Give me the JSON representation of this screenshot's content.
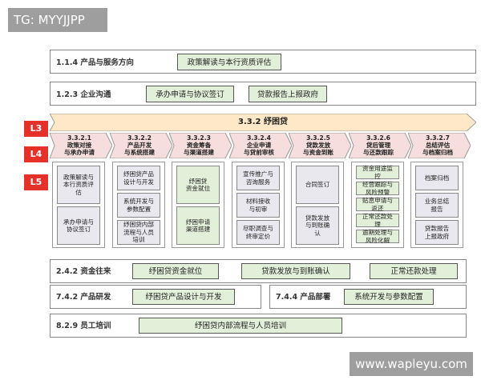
{
  "watermark_top": "TG: MYYJJPP",
  "watermark_bottom": "www.wapleyu.com",
  "levels": [
    "L3",
    "L4",
    "L5"
  ],
  "top_rows": [
    {
      "code": "1.1.4 产品与服务方向",
      "boxes": [
        "政策解读与本行资质评估"
      ]
    },
    {
      "code": "1.2.3 企业沟通",
      "boxes": [
        "承办申请与协议签订",
        "贷款报告上报政府"
      ]
    }
  ],
  "l3_title": "3.3.2 纾困贷",
  "l4_columns": [
    {
      "title": "3.3.2.1\n政策对接\n与承办申请",
      "items": [
        {
          "text": "政策解读与\n本行资质评\n估",
          "style": "gray"
        },
        {
          "text": "承办申请与\n协议签订",
          "style": "gray"
        }
      ]
    },
    {
      "title": "3.3.2.2\n产品开发\n与系统搭建",
      "items": [
        {
          "text": "纾困贷产品\n设计与开发",
          "style": "gray"
        },
        {
          "text": "系统开发与\n参数配置",
          "style": "gray"
        },
        {
          "text": "纾困贷内部\n流程与人员\n培训",
          "style": "gray"
        }
      ]
    },
    {
      "title": "3.3.2.3\n资金筹备\n与渠道搭建",
      "items": [
        {
          "text": "纾困贷\n资金就位",
          "style": "green"
        },
        {
          "text": "纾困申请\n渠道搭建",
          "style": "green"
        }
      ]
    },
    {
      "title": "3.3.2.4\n企业申请\n与贷前审核",
      "items": [
        {
          "text": "宣传推广与\n咨询服务",
          "style": "gray"
        },
        {
          "text": "材料接收\n与初审",
          "style": "gray"
        },
        {
          "text": "尽职调查与\n终审定价",
          "style": "gray"
        }
      ]
    },
    {
      "title": "3.3.2.5\n贷款发放\n与资金到账",
      "items": [
        {
          "text": "合同签订",
          "style": "gray"
        },
        {
          "text": "贷款发放\n与到账确\n认",
          "style": "gray"
        }
      ]
    },
    {
      "title": "3.3.2.6\n贷后管理\n与还款跟踪",
      "items": [
        {
          "text": "资金用途监\n控",
          "style": "green"
        },
        {
          "text": "经营跟踪与\n风险预警",
          "style": "green"
        },
        {
          "text": "贴息申请与\n返还",
          "style": "green"
        },
        {
          "text": "正常还款处\n理",
          "style": "green"
        },
        {
          "text": "逾期处理与\n风险化解",
          "style": "green"
        }
      ]
    },
    {
      "title": "3.3.2.7\n总结评估\n与档案归档",
      "items": [
        {
          "text": "档案归档",
          "style": "gray"
        },
        {
          "text": "业务总结\n报告",
          "style": "gray"
        },
        {
          "text": "贷款报告\n上报政府",
          "style": "gray"
        }
      ]
    }
  ],
  "bottom_rows": [
    {
      "code": "2.4.2 资金往来",
      "boxes": [
        "纾困贷资金就位",
        "贷款发放与到账确认",
        "正常还款处理"
      ]
    },
    {
      "code": "7.4.2 产品研发",
      "boxes": [
        "纾困贷产品设计与开发"
      ],
      "code2": "7.4.4 产品部署",
      "boxes2": [
        "系统开发与参数配置"
      ]
    },
    {
      "code": "8.2.9 员工培训",
      "boxes": [
        "纾困贷内部流程与人员培训"
      ]
    }
  ]
}
